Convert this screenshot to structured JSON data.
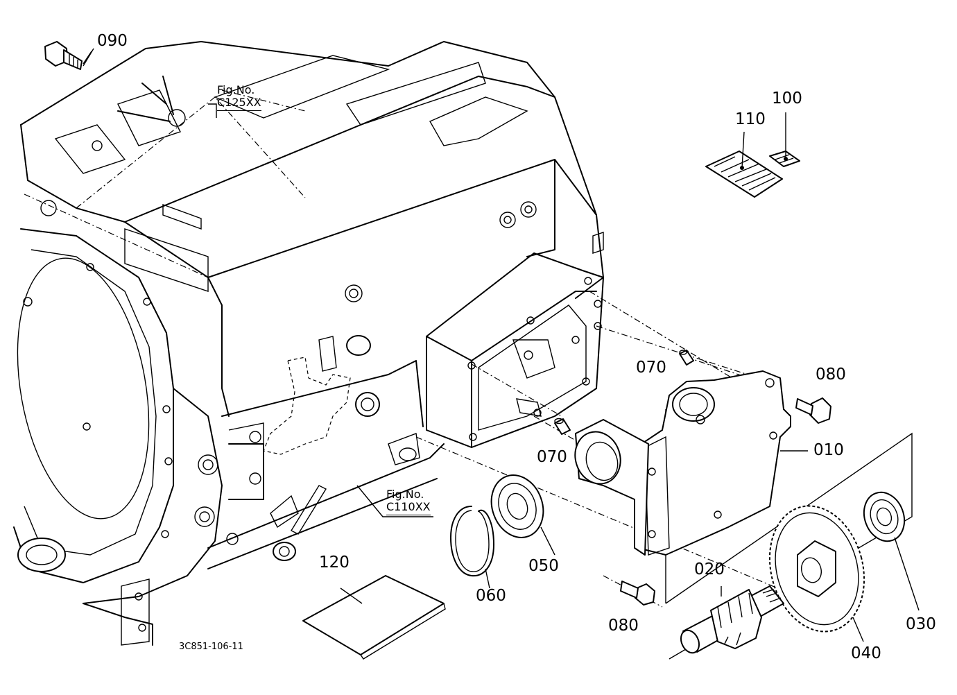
{
  "part_labels": {
    "p090": "090",
    "p100": "100",
    "p110": "110",
    "p070a": "070",
    "p070b": "070",
    "p080a": "080",
    "p080b": "080",
    "p010": "010",
    "p020": "020",
    "p030": "030",
    "p040": "040",
    "p050": "050",
    "p060": "060",
    "p120": "120"
  },
  "figure_refs": {
    "upper": {
      "prefix": "Fig.No.",
      "code": "C125XX"
    },
    "lower": {
      "prefix": "Fig.No.",
      "code": "C110XX"
    }
  },
  "drawing_number": "3C851-106-11"
}
